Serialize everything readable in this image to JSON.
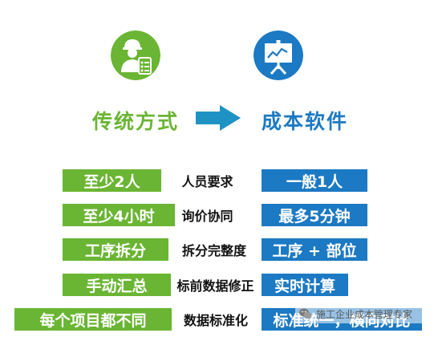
{
  "colors": {
    "green": "#6ab533",
    "blue": "#1c79c3",
    "arrow": "#1f92c4",
    "heading_left": "#6ab533",
    "heading_right": "#1c79c3"
  },
  "icons": {
    "left": "worker-checklist-icon",
    "right": "presentation-chart-icon",
    "arrow": "arrow-right-icon",
    "watermark": "wechat-logo-icon"
  },
  "headings": {
    "left": "传统方式",
    "right": "成本软件"
  },
  "rows": [
    {
      "left": "至少2人",
      "mid": "人员要求",
      "right": "一般1人"
    },
    {
      "left": "至少4小时",
      "mid": "询价协同",
      "right": "最多5分钟"
    },
    {
      "left": "工序拆分",
      "mid": "拆分完整度",
      "right": "工序 + 部位"
    },
    {
      "left": "手动汇总",
      "mid": "标前数据修正",
      "right": "实时计算"
    },
    {
      "left": "每个项目都不同",
      "mid": "数据标准化",
      "right": "标准统一，横向对比"
    }
  ],
  "watermark": {
    "text": "施工企业成本管理专家"
  }
}
